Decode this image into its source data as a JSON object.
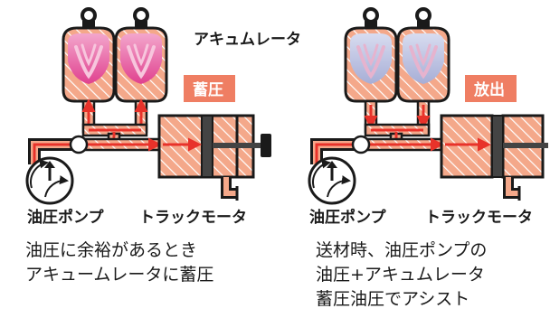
{
  "accumulator_label": "アキュムレータ",
  "colors": {
    "body": "#f4a88a",
    "hatch": "#ffffff",
    "red": "#e8322a",
    "badge": "#ef7e63",
    "bladder_pink": "#ec6aa6",
    "bladder_blue": "#b8bedc",
    "dark": "#1a1a1a",
    "rod": "#444444"
  },
  "left_panel": {
    "state_label": "蓄圧",
    "pump_label": "油圧ポンプ",
    "motor_label": "トラックモータ",
    "caption_lines": [
      "油圧に余裕があるとき",
      "アキュームレータに蓄圧"
    ]
  },
  "right_panel": {
    "state_label": "放出",
    "pump_label": "油圧ポンプ",
    "motor_label": "トラックモータ",
    "caption_lines": [
      "送材時、油圧ポンプの",
      "油圧+アキュムレータ",
      "蓄圧油圧でアシスト"
    ]
  }
}
